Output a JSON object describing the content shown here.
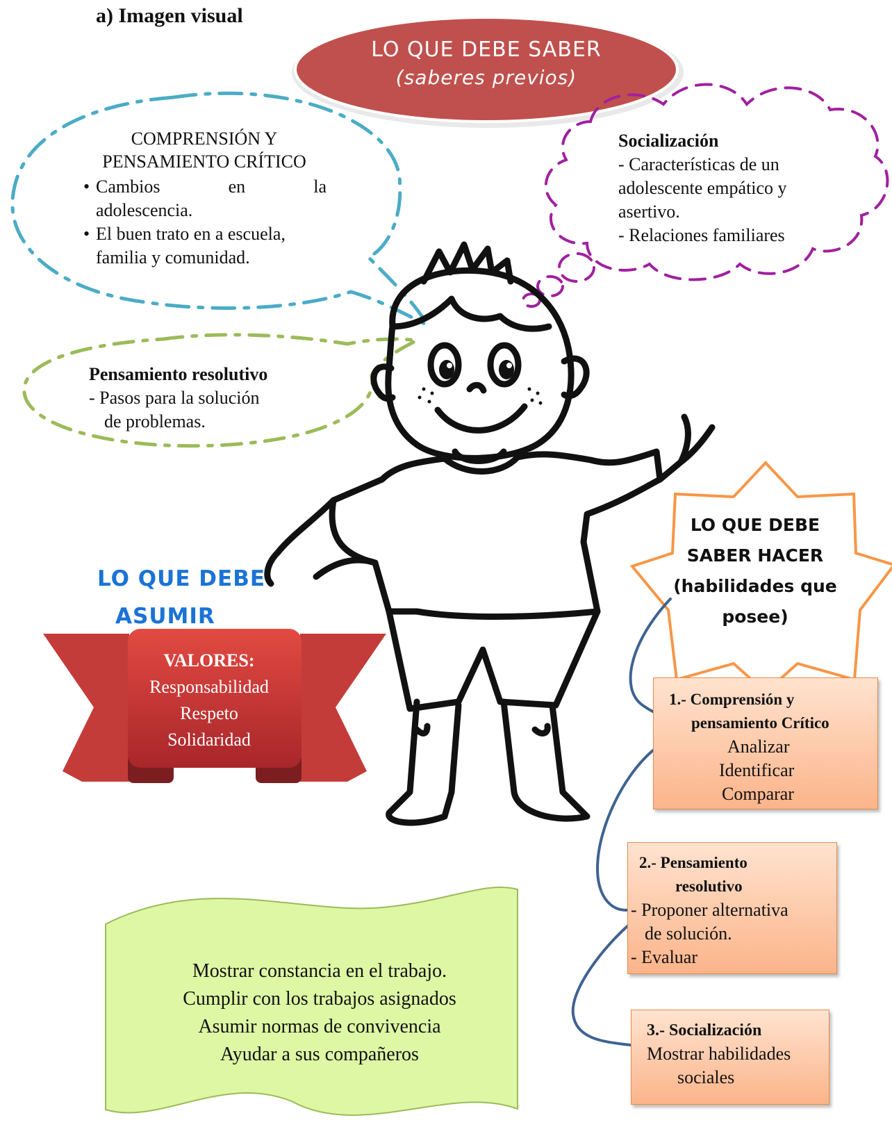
{
  "heading": "a)  Imagen visual",
  "saber": {
    "title": "LO QUE DEBE SABER",
    "subtitle": "(saberes previos)"
  },
  "comprension": {
    "title_line1": "COMPRENSIÓN Y",
    "title_line2": "PENSAMIENTO CRÍTICO",
    "bullet1_words": [
      "Cambios",
      "en",
      "la"
    ],
    "bullet1_line2": "adolescencia.",
    "bullet2_line1": "El buen trato en a escuela,",
    "bullet2_line2": "familia y comunidad."
  },
  "socializacion": {
    "title": "Socialización",
    "line1": "- Características de un",
    "line2": "adolescente empático y",
    "line3": "asertivo.",
    "line4": "- Relaciones familiares"
  },
  "resolutivo": {
    "title": "Pensamiento resolutivo",
    "line1": "-  Pasos para la solución",
    "line2": "de problemas."
  },
  "asumir": {
    "line1": "LO QUE DEBE",
    "line2": "ASUMIR"
  },
  "valores": {
    "title": "VALORES:",
    "items": [
      "Responsabilidad",
      "Respeto",
      "Solidaridad"
    ]
  },
  "hacer": {
    "line1": "LO QUE DEBE",
    "line2": "SABER HACER",
    "line3": "(habilidades que",
    "line4": "posee)"
  },
  "habilidades": [
    {
      "title_line1": "1.- Comprensión y",
      "title_line2": "pensamiento Crítico",
      "items": [
        "Analizar",
        "Identificar",
        "Comparar"
      ]
    },
    {
      "title_line1": "2.- Pensamiento",
      "title_line2": "resolutivo",
      "items": [
        "- Proponer alternativa",
        "de solución.",
        "- Evaluar"
      ]
    },
    {
      "title_line1": "3.- Socialización",
      "items": [
        "Mostrar habilidades",
        "sociales"
      ]
    }
  ],
  "actitudes": [
    "Mostrar constancia en el trabajo.",
    "Cumplir con los trabajos asignados",
    "Asumir normas de convivencia",
    "Ayudar a sus compañeros"
  ],
  "colors": {
    "oval_red": "#c0504d",
    "blue_bubble": "#4bacc6",
    "purple_cloud": "#a020a0",
    "green_bubble": "#9bbb59",
    "asumir_blue": "#1a73d6",
    "ribbon_red": "#d23b35",
    "star_orange": "#f79646",
    "connector": "#3f6391",
    "wave_green": "#ddf7a4"
  }
}
